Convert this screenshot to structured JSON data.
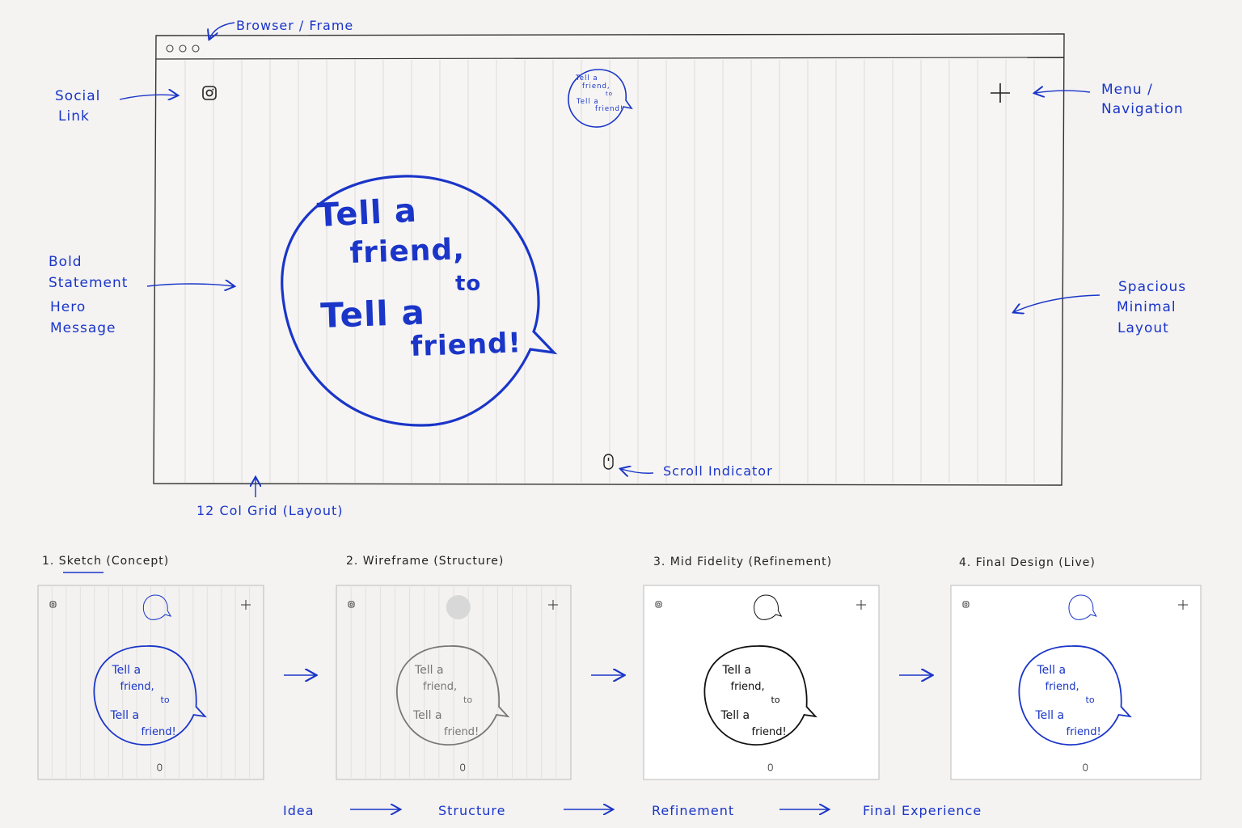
{
  "colors": {
    "accent": "#1a35c8",
    "ink": "#222222",
    "gray": "#8a8a8a",
    "paper": "#f4f3f2"
  },
  "annotations": {
    "browser_frame": "Browser / Frame",
    "social_link": [
      "Social",
      "Link"
    ],
    "menu_navigation": [
      "Menu /",
      "Navigation"
    ],
    "bold_statement": [
      "Bold",
      "Statement",
      "Hero",
      "Message"
    ],
    "spacious_minimal": [
      "Spacious",
      "Minimal",
      "Layout"
    ],
    "grid_layout": "12 Col Grid (Layout)",
    "scroll_indicator": "Scroll Indicator"
  },
  "hero": {
    "bubble_lines": [
      "Tell a",
      "friend,",
      "to",
      "Tell a",
      "friend!"
    ],
    "logo_lines": [
      "Tell a",
      "friend,",
      "to",
      "Tell a",
      "friend!"
    ]
  },
  "icons": {
    "social": "instagram-icon",
    "menu": "plus-icon",
    "scroll": "mouse-scroll-icon"
  },
  "stages": [
    {
      "label": "1. Sketch (Concept)",
      "style": "sketch"
    },
    {
      "label": "2. Wireframe (Structure)",
      "style": "wireframe"
    },
    {
      "label": "3. Mid Fidelity (Refinement)",
      "style": "mid"
    },
    {
      "label": "4. Final Design (Live)",
      "style": "final"
    }
  ],
  "flow": [
    "Idea",
    "Structure",
    "Refinement",
    "Final Experience"
  ]
}
